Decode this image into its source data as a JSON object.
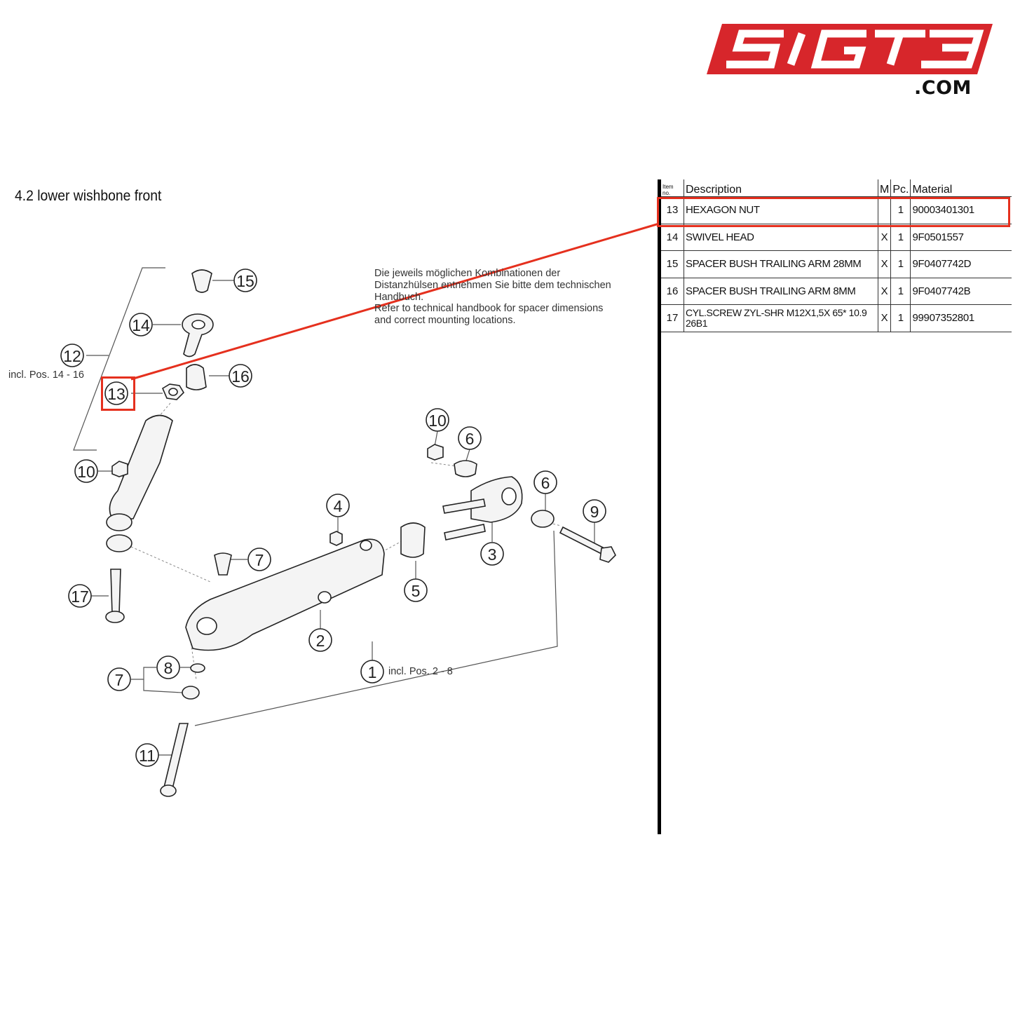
{
  "logo": {
    "text": "SIGT3",
    "domain": ".COM",
    "color": "#d7262b"
  },
  "section": {
    "title": "4.2  lower wishbone front"
  },
  "note": {
    "lines": [
      "Die jeweils möglichen Kombinationen der",
      "Distanzhülsen entnehmen Sie bitte dem technischen",
      "Handbuch.",
      "Refer to technical handbook for spacer dimensions",
      "and correct mounting locations."
    ]
  },
  "labels": {
    "incl_12": "incl. Pos. 14 - 16",
    "incl_1": "incl. Pos. 2 - 8"
  },
  "callouts": [
    "15",
    "14",
    "12",
    "13",
    "16",
    "10",
    "17",
    "4",
    "7",
    "7",
    "8",
    "11",
    "2",
    "1",
    "5",
    "3",
    "10",
    "6",
    "6",
    "9"
  ],
  "table": {
    "headers": {
      "item": "Item no.",
      "description": "Description",
      "m": "M",
      "pc": "Pc.",
      "material": "Material"
    },
    "rows": [
      {
        "item": "13",
        "description": "HEXAGON NUT",
        "m": "",
        "pc": "1",
        "material": "90003401301"
      },
      {
        "item": "14",
        "description": "SWIVEL HEAD",
        "m": "X",
        "pc": "1",
        "material": "9F0501557"
      },
      {
        "item": "15",
        "description": "SPACER BUSH TRAILING ARM 28MM",
        "m": "X",
        "pc": "1",
        "material": "9F0407742D"
      },
      {
        "item": "16",
        "description": "SPACER BUSH TRAILING ARM 8MM",
        "m": "X",
        "pc": "1",
        "material": "9F0407742B"
      },
      {
        "item": "17",
        "description": "CYL.SCREW ZYL-SHR M12X1,5X 65* 10.9 26B1",
        "m": "X",
        "pc": "1",
        "material": "99907352801"
      }
    ]
  },
  "highlight": {
    "color": "#e5301e",
    "item": "13"
  }
}
